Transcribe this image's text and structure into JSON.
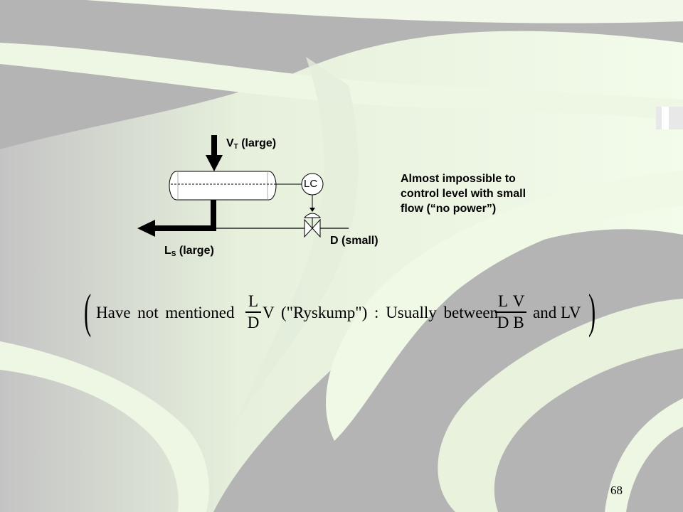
{
  "diagram": {
    "vt_main": "V",
    "vt_sub": "T",
    "vt_suffix": " (large)",
    "ls_main": "L",
    "ls_sub": "S",
    "ls_suffix": " (large)",
    "d_label": "D (small)",
    "controller": "LC",
    "note_lines": [
      "Almost impossible to",
      "control level with small",
      "flow (“no power”)"
    ]
  },
  "equation": {
    "left_paren": "(",
    "text1": "Have  not  mentioned",
    "frac1_num": "L",
    "frac1_den": "D",
    "text2": "V (\"Ryskump\") :  Usually  between",
    "frac2_num": "L",
    "frac2_den": "D",
    "frac3_num": "V",
    "frac3_den": "B",
    "text3": "and   LV",
    "right_paren": ")"
  },
  "page_number": "68",
  "colors": {
    "background": "#b4b4b4",
    "swoosh_light": "#f1fbe6",
    "swoosh_mid": "#e2f0d2"
  }
}
